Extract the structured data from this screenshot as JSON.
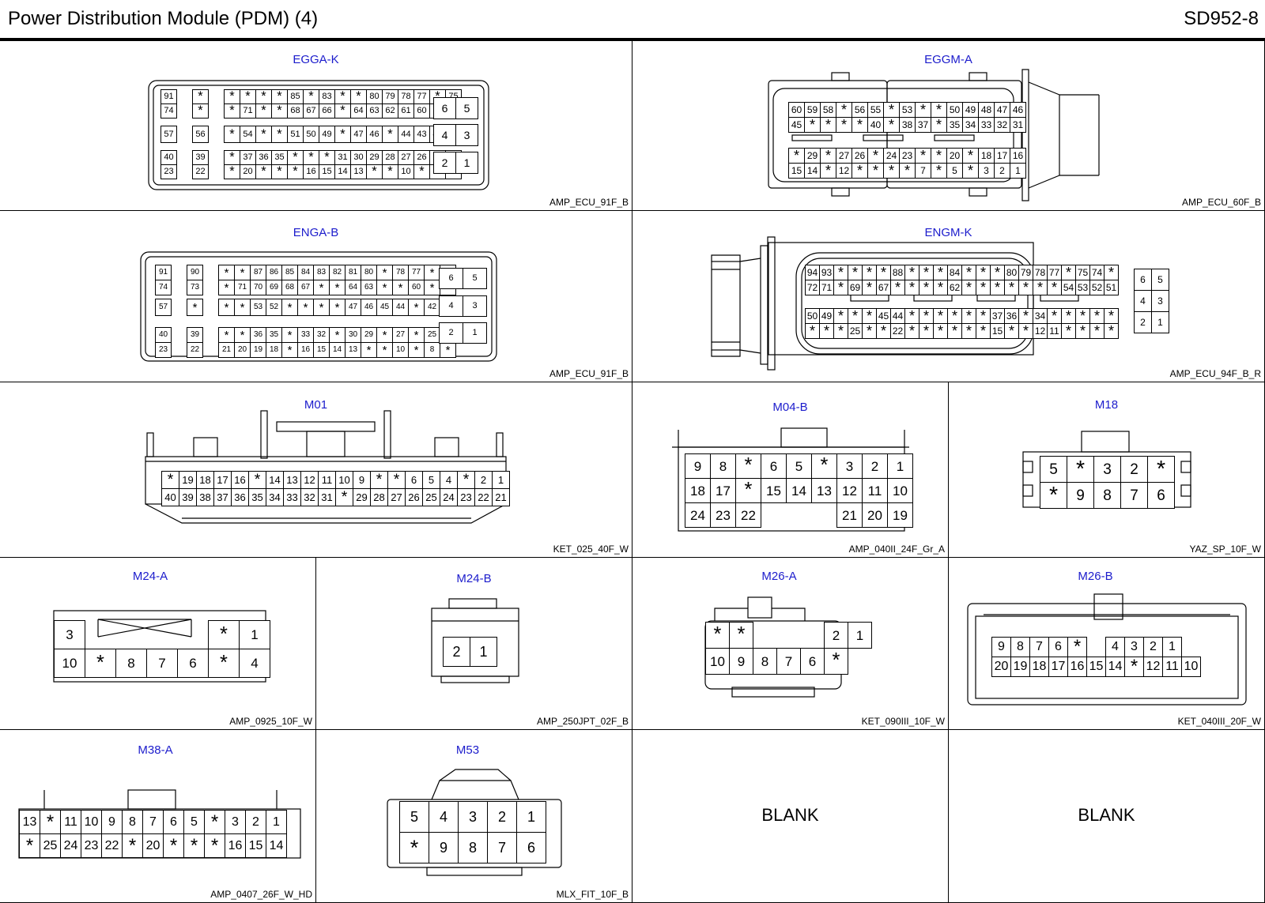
{
  "header": {
    "title": "Power Distribution Module (PDM) (4)",
    "doc_id": "SD952-8"
  },
  "connectors": [
    {
      "name": "EGGA-K",
      "part": "AMP_ECU_91F_B",
      "blocks": [
        {
          "fs": 11,
          "rows": [
            [
              "91",
              "",
              "*",
              "",
              "*",
              "*",
              "*",
              "*",
              "85",
              "*",
              "83",
              "*",
              "*",
              "80",
              "79",
              "78",
              "77",
              "*",
              "75"
            ],
            [
              "74",
              "",
              "*",
              "",
              "*",
              "71",
              "*",
              "*",
              "68",
              "67",
              "66",
              "*",
              "64",
              "63",
              "62",
              "61",
              "60",
              "*",
              "*"
            ]
          ]
        },
        {
          "fs": 11,
          "rows": [
            [
              "57",
              "",
              "56",
              "",
              "*",
              "54",
              "*",
              "*",
              "51",
              "50",
              "49",
              "*",
              "47",
              "46",
              "*",
              "44",
              "43",
              "42",
              "*"
            ]
          ]
        },
        {
          "fs": 11,
          "rows": [
            [
              "40",
              "",
              "39",
              "",
              "*",
              "37",
              "36",
              "35",
              "*",
              "*",
              "*",
              "31",
              "30",
              "29",
              "28",
              "27",
              "26",
              "25",
              "24"
            ],
            [
              "23",
              "",
              "22",
              "",
              "*",
              "20",
              "*",
              "*",
              "*",
              "16",
              "15",
              "14",
              "13",
              "*",
              "*",
              "10",
              "*",
              "8",
              "7"
            ]
          ]
        },
        {
          "fs": 14,
          "rows": [
            [
              "6",
              "5"
            ]
          ]
        },
        {
          "fs": 14,
          "rows": [
            [
              "4",
              "3"
            ]
          ]
        },
        {
          "fs": 14,
          "rows": [
            [
              "2",
              "1"
            ]
          ]
        }
      ]
    },
    {
      "name": "EGGM-A",
      "part": "AMP_ECU_60F_B",
      "blocks": [
        {
          "fs": 12,
          "rows": [
            [
              "60",
              "59",
              "58",
              "*",
              "56",
              "55",
              "*",
              "53",
              "*",
              "*",
              "50",
              "49",
              "48",
              "47",
              "46"
            ],
            [
              "45",
              "*",
              "*",
              "*",
              "*",
              "40",
              "*",
              "38",
              "37",
              "*",
              "35",
              "34",
              "33",
              "32",
              "31"
            ]
          ]
        },
        {
          "fs": 12,
          "rows": [
            [
              "*",
              "29",
              "*",
              "27",
              "26",
              "*",
              "24",
              "23",
              "*",
              "*",
              "20",
              "*",
              "18",
              "17",
              "16"
            ],
            [
              "15",
              "14",
              "*",
              "12",
              "*",
              "*",
              "*",
              "*",
              "7",
              "*",
              "5",
              "*",
              "3",
              "2",
              "1"
            ]
          ]
        }
      ]
    },
    {
      "name": "ENGA-B",
      "part": "AMP_ECU_91F_B",
      "blocks": [
        {
          "fs": 10,
          "rows": [
            [
              "91",
              "",
              "90",
              "",
              "*",
              "*",
              "87",
              "86",
              "85",
              "84",
              "83",
              "82",
              "81",
              "80",
              "*",
              "78",
              "77",
              "*",
              "75"
            ],
            [
              "74",
              "",
              "73",
              "",
              "*",
              "71",
              "70",
              "69",
              "68",
              "67",
              "*",
              "*",
              "64",
              "63",
              "*",
              "*",
              "60",
              "*",
              "*"
            ]
          ]
        },
        {
          "fs": 10,
          "rows": [
            [
              "57",
              "",
              "*",
              "",
              "*",
              "*",
              "53",
              "52",
              "*",
              "*",
              "*",
              "*",
              "47",
              "46",
              "45",
              "44",
              "*",
              "42",
              "41"
            ]
          ]
        },
        {
          "fs": 10,
          "rows": [
            [
              "40",
              "",
              "39",
              "",
              "*",
              "*",
              "36",
              "35",
              "*",
              "33",
              "32",
              "*",
              "30",
              "29",
              "*",
              "27",
              "*",
              "25",
              "*"
            ],
            [
              "23",
              "",
              "22",
              "",
              "21",
              "20",
              "19",
              "18",
              "*",
              "16",
              "15",
              "14",
              "13",
              "*",
              "*",
              "10",
              "*",
              "8",
              "*"
            ]
          ]
        },
        {
          "fs": 11,
          "rows": [
            [
              "6",
              "5"
            ]
          ]
        },
        {
          "fs": 11,
          "rows": [
            [
              "4",
              "3"
            ]
          ]
        },
        {
          "fs": 11,
          "rows": [
            [
              "2",
              "1"
            ]
          ]
        }
      ]
    },
    {
      "name": "ENGM-K",
      "part": "AMP_ECU_94F_B_R",
      "blocks": [
        {
          "fs": 12,
          "rows": [
            [
              "94",
              "93",
              "*",
              "*",
              "*",
              "*",
              "88",
              "*",
              "*",
              "*",
              "84",
              "*",
              "*",
              "*",
              "80",
              "79",
              "78",
              "77",
              "*",
              "75",
              "74",
              "*"
            ],
            [
              "72",
              "71",
              "*",
              "69",
              "*",
              "67",
              "*",
              "*",
              "*",
              "*",
              "62",
              "*",
              "*",
              "*",
              "*",
              "*",
              "*",
              "*",
              "54",
              "53",
              "52",
              "51"
            ]
          ]
        },
        {
          "fs": 12,
          "rows": [
            [
              "50",
              "49",
              "*",
              "*",
              "*",
              "45",
              "44",
              "*",
              "*",
              "*",
              "*",
              "*",
              "*",
              "37",
              "36",
              "*",
              "34",
              "*",
              "*",
              "*",
              "*",
              "*"
            ],
            [
              "*",
              "*",
              "*",
              "25",
              "*",
              "*",
              "22",
              "*",
              "*",
              "*",
              "*",
              "*",
              "*",
              "15",
              "*",
              "*",
              "12",
              "11",
              "*",
              "*",
              "*",
              "*"
            ]
          ]
        },
        {
          "fs": 12,
          "rows": [
            [
              "6",
              "5"
            ],
            [
              "4",
              "3"
            ],
            [
              "2",
              "1"
            ]
          ]
        }
      ]
    },
    {
      "name": "M01",
      "part": "KET_025_40F_W",
      "blocks": [
        {
          "fs": 13,
          "rows": [
            [
              "*",
              "19",
              "18",
              "17",
              "16",
              "*",
              "14",
              "13",
              "12",
              "11",
              "10",
              "9",
              "*",
              "*",
              "6",
              "5",
              "4",
              "*",
              "2",
              "1"
            ],
            [
              "40",
              "39",
              "38",
              "37",
              "36",
              "35",
              "34",
              "33",
              "32",
              "31",
              "*",
              "29",
              "28",
              "27",
              "26",
              "25",
              "24",
              "23",
              "22",
              "21"
            ]
          ]
        }
      ]
    },
    {
      "name": "M04-B",
      "part": "AMP_040II_24F_Gr_A",
      "blocks": [
        {
          "fs": 17,
          "rows": [
            [
              "9",
              "8",
              "*",
              "6",
              "5",
              "*",
              "3",
              "2",
              "1"
            ],
            [
              "18",
              "17",
              "*",
              "15",
              "14",
              "13",
              "12",
              "11",
              "10"
            ],
            [
              "24",
              "23",
              "22",
              "",
              "",
              "",
              "21",
              "20",
              "19"
            ]
          ]
        }
      ]
    },
    {
      "name": "M18",
      "part": "YAZ_SP_10F_W",
      "blocks": [
        {
          "fs": 19,
          "rows": [
            [
              "5",
              "*",
              "3",
              "2",
              "*"
            ],
            [
              "*",
              "9",
              "8",
              "7",
              "6"
            ]
          ]
        }
      ]
    },
    {
      "name": "M24-A",
      "part": "AMP_0925_10F_W",
      "blocks": [
        {
          "fs": 17,
          "rows": [
            [
              "3",
              "",
              "",
              "",
              "",
              "*",
              "1"
            ],
            [
              "10",
              "*",
              "8",
              "7",
              "6",
              "*",
              "4"
            ]
          ]
        }
      ]
    },
    {
      "name": "M24-B",
      "part": "AMP_250JPT_02F_B",
      "blocks": [
        {
          "fs": 18,
          "rows": [
            [
              "2",
              "1"
            ]
          ]
        }
      ]
    },
    {
      "name": "M26-A",
      "part": "KET_090III_10F_W",
      "blocks": [
        {
          "fs": 17,
          "rows": [
            [
              "*",
              "*",
              "",
              "",
              "",
              "2",
              "1"
            ],
            [
              "10",
              "9",
              "8",
              "7",
              "6",
              "*"
            ]
          ]
        }
      ]
    },
    {
      "name": "M26-B",
      "part": "KET_040III_20F_W",
      "blocks": [
        {
          "fs": 16,
          "rows": [
            [
              "9",
              "8",
              "7",
              "6",
              "*",
              "",
              "4",
              "3",
              "2",
              "1"
            ],
            [
              "20",
              "19",
              "18",
              "17",
              "16",
              "15",
              "14",
              "*",
              "12",
              "11",
              "10"
            ]
          ]
        }
      ]
    },
    {
      "name": "M38-A",
      "part": "AMP_0407_26F_W_HD",
      "blocks": [
        {
          "fs": 16,
          "rows": [
            [
              "13",
              "*",
              "11",
              "10",
              "9",
              "8",
              "7",
              "6",
              "5",
              "*",
              "3",
              "2",
              "1"
            ],
            [
              "*",
              "25",
              "24",
              "23",
              "22",
              "*",
              "20",
              "*",
              "*",
              "*",
              "16",
              "15",
              "14"
            ]
          ]
        }
      ]
    },
    {
      "name": "M53",
      "part": "MLX_FIT_10F_B",
      "blocks": [
        {
          "fs": 18,
          "rows": [
            [
              "5",
              "4",
              "3",
              "2",
              "1"
            ],
            [
              "*",
              "9",
              "8",
              "7",
              "6"
            ]
          ]
        }
      ]
    }
  ],
  "blank_cells": [
    "BLANK",
    "BLANK"
  ]
}
